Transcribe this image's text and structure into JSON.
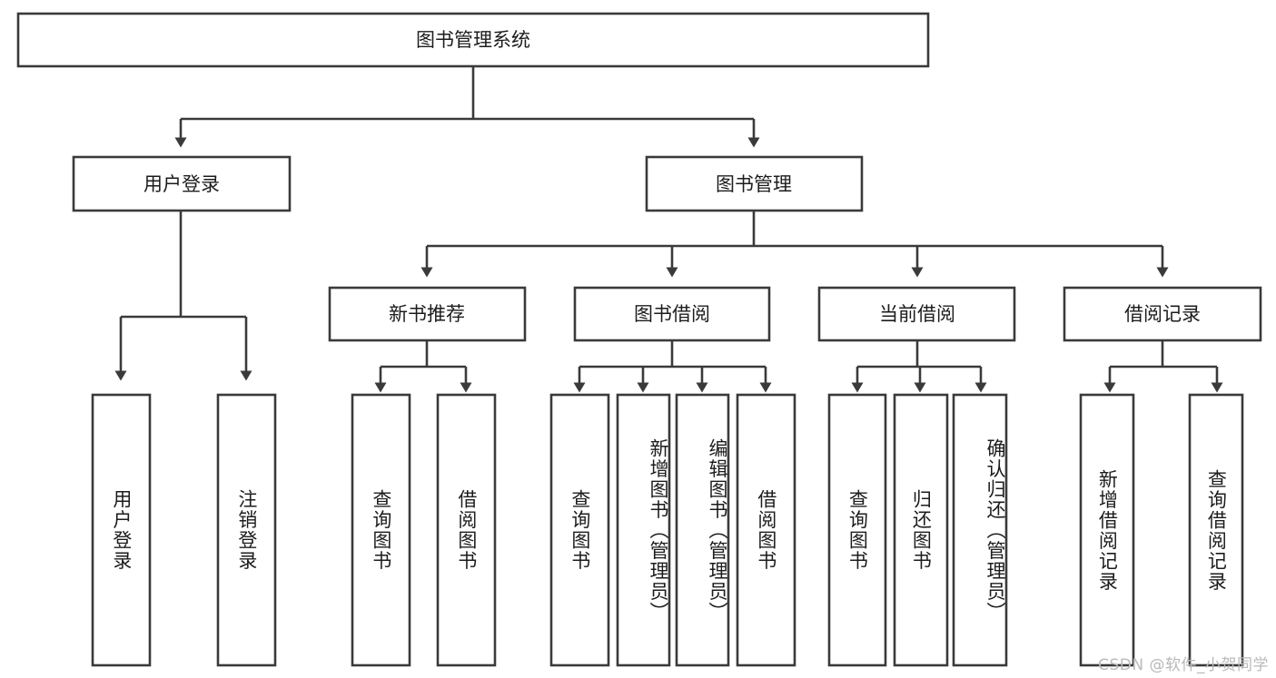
{
  "diagram": {
    "type": "tree-hierarchy",
    "title": "图书管理系统",
    "watermark": "CSDN @软件_小贺同学",
    "colors": {
      "stroke": "#3a3a3a",
      "fill": "#ffffff",
      "text": "#1c1c1c",
      "watermark": "#b9b9b9"
    },
    "root": {
      "label": "图书管理系统",
      "level": 0
    },
    "level1": [
      {
        "label": "用户登录"
      },
      {
        "label": "图书管理"
      }
    ],
    "level2": [
      {
        "label": "新书推荐",
        "parent": "图书管理"
      },
      {
        "label": "图书借阅",
        "parent": "图书管理"
      },
      {
        "label": "当前借阅",
        "parent": "图书管理"
      },
      {
        "label": "借阅记录",
        "parent": "图书管理"
      }
    ],
    "leaves": [
      {
        "label": "用户登录",
        "parent": "用户登录"
      },
      {
        "label": "注销登录",
        "parent": "用户登录"
      },
      {
        "label": "查询图书",
        "parent": "新书推荐"
      },
      {
        "label": "借阅图书",
        "parent": "新书推荐"
      },
      {
        "label": "查询图书",
        "parent": "图书借阅"
      },
      {
        "label": "新增图书（管理员）",
        "parent": "图书借阅"
      },
      {
        "label": "编辑图书（管理员）",
        "parent": "图书借阅"
      },
      {
        "label": "借阅图书",
        "parent": "图书借阅"
      },
      {
        "label": "查询图书",
        "parent": "当前借阅"
      },
      {
        "label": "归还图书",
        "parent": "当前借阅"
      },
      {
        "label": "确认归还（管理员）",
        "parent": "当前借阅"
      },
      {
        "label": "新增借阅记录",
        "parent": "借阅记录"
      },
      {
        "label": "查询借阅记录",
        "parent": "借阅记录"
      }
    ]
  }
}
